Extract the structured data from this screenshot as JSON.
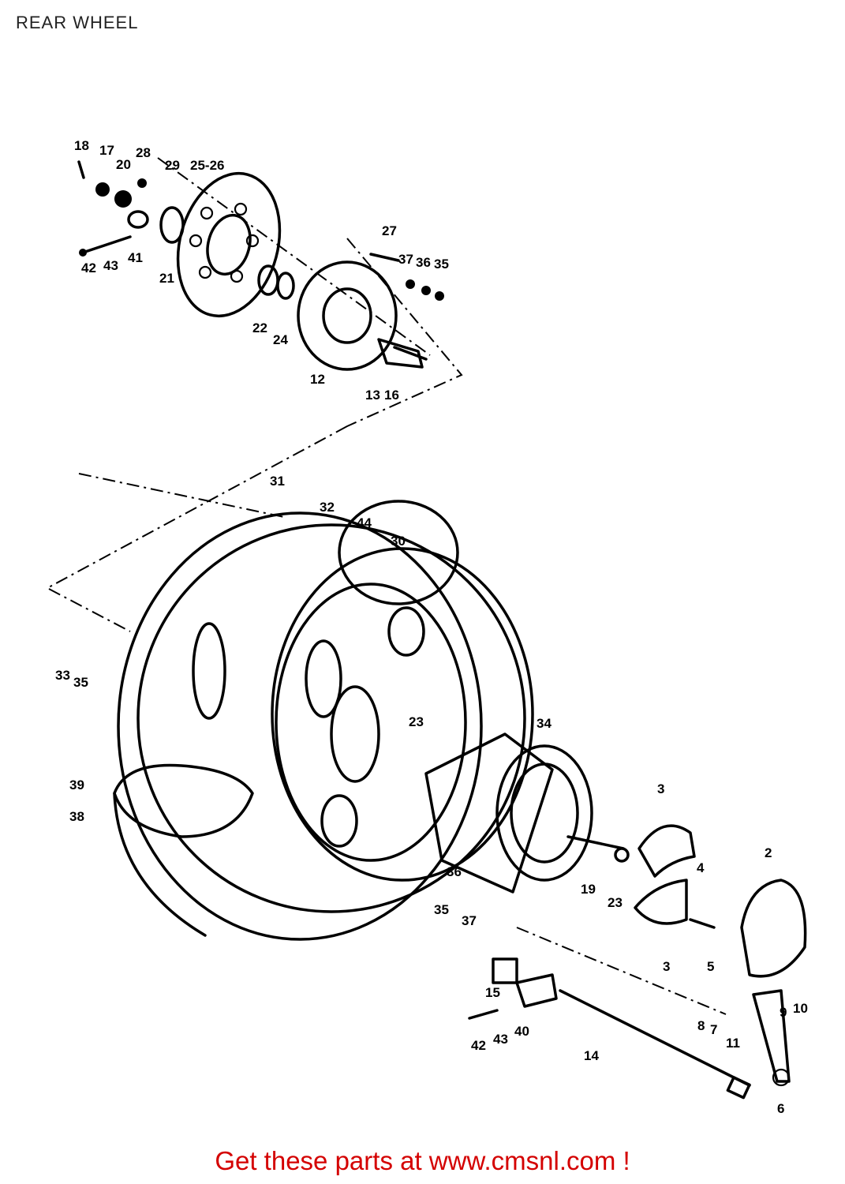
{
  "title": "REAR WHEEL",
  "footer": "Get these parts at www.cmsnl.com !",
  "callouts": [
    "18",
    "17",
    "20",
    "28",
    "29",
    "25-26",
    "42",
    "43",
    "41",
    "21",
    "27",
    "37",
    "36",
    "35",
    "22",
    "24",
    "12",
    "13",
    "16",
    "31",
    "32",
    "44",
    "30",
    "33",
    "35",
    "23",
    "34",
    "39",
    "38",
    "3",
    "2",
    "4",
    "19",
    "23",
    "36",
    "35",
    "37",
    "3",
    "5",
    "15",
    "42",
    "43",
    "40",
    "14",
    "8",
    "7",
    "9",
    "10",
    "11",
    "6"
  ]
}
